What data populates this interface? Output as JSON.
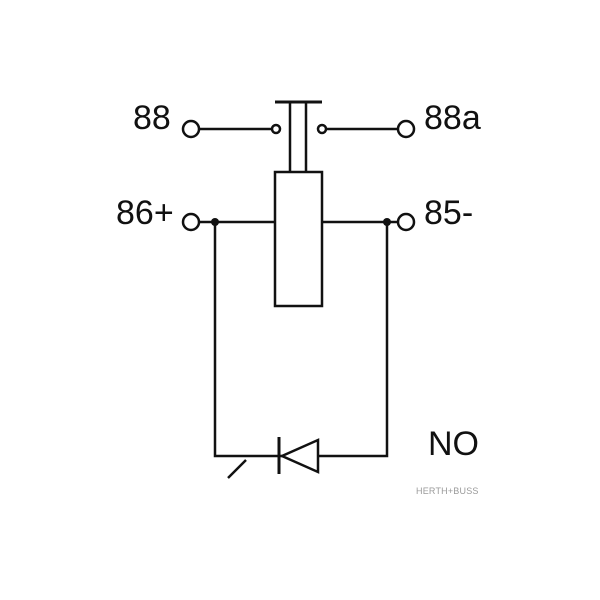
{
  "terminals": {
    "t88": "88",
    "t88a": "88a",
    "t86": "86+",
    "t85": "85-"
  },
  "contact_type": "NO",
  "watermark": "HERTH+BUSS",
  "colors": {
    "line": "#111111",
    "background": "#ffffff",
    "watermark": "#9a9a9a"
  }
}
